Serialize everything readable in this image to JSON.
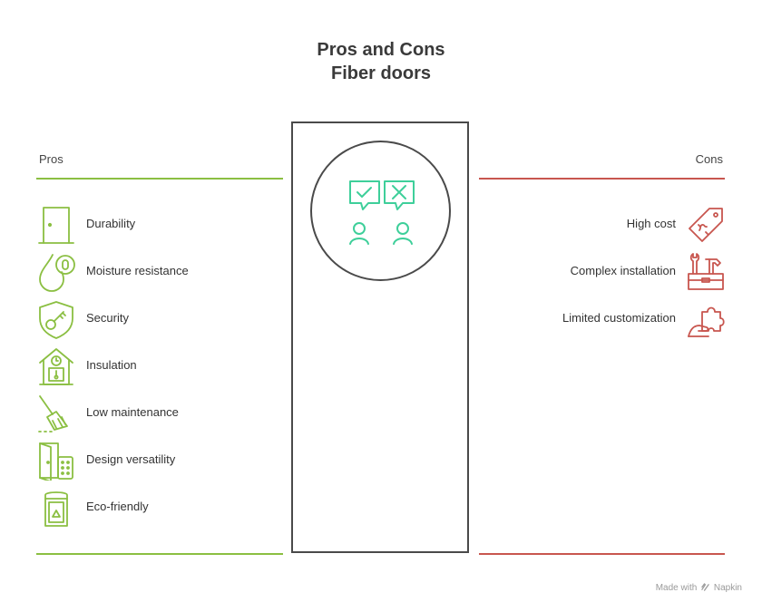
{
  "title": {
    "line1": "Pros and Cons",
    "line2": "Fiber doors"
  },
  "pros": {
    "label": "Pros",
    "color": "#8bbf42",
    "items": [
      {
        "label": "Durability",
        "icon": "door-icon"
      },
      {
        "label": "Moisture resistance",
        "icon": "water-drop-icon"
      },
      {
        "label": "Security",
        "icon": "shield-key-icon"
      },
      {
        "label": "Insulation",
        "icon": "house-thermometer-icon"
      },
      {
        "label": "Low maintenance",
        "icon": "broom-icon"
      },
      {
        "label": "Design versatility",
        "icon": "door-panels-icon"
      },
      {
        "label": "Eco-friendly",
        "icon": "recycle-bin-icon"
      }
    ]
  },
  "cons": {
    "label": "Cons",
    "color": "#c8564f",
    "items": [
      {
        "label": "High cost",
        "icon": "price-tag-icon"
      },
      {
        "label": "Complex installation",
        "icon": "toolbox-icon"
      },
      {
        "label": "Limited customization",
        "icon": "puzzle-hand-icon"
      }
    ]
  },
  "center": {
    "icon": "approve-reject-people-icon",
    "color": "#3ecf9a"
  },
  "footer": {
    "made_with": "Made with",
    "brand": "Napkin"
  }
}
